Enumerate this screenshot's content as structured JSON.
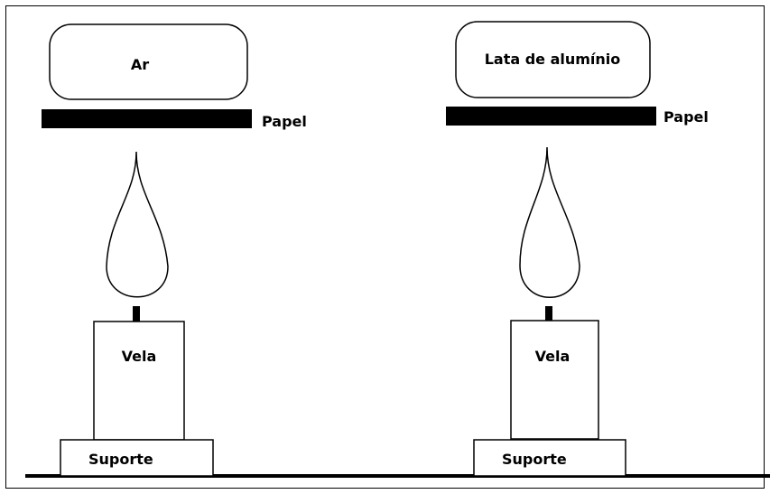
{
  "setups": [
    {
      "container_label": "Ar",
      "paper_label": "Papel",
      "candle_label": "Vela",
      "support_label": "Suporte"
    },
    {
      "container_label": "Lata de alumínio",
      "paper_label": "Papel",
      "candle_label": "Vela",
      "support_label": "Suporte"
    }
  ]
}
